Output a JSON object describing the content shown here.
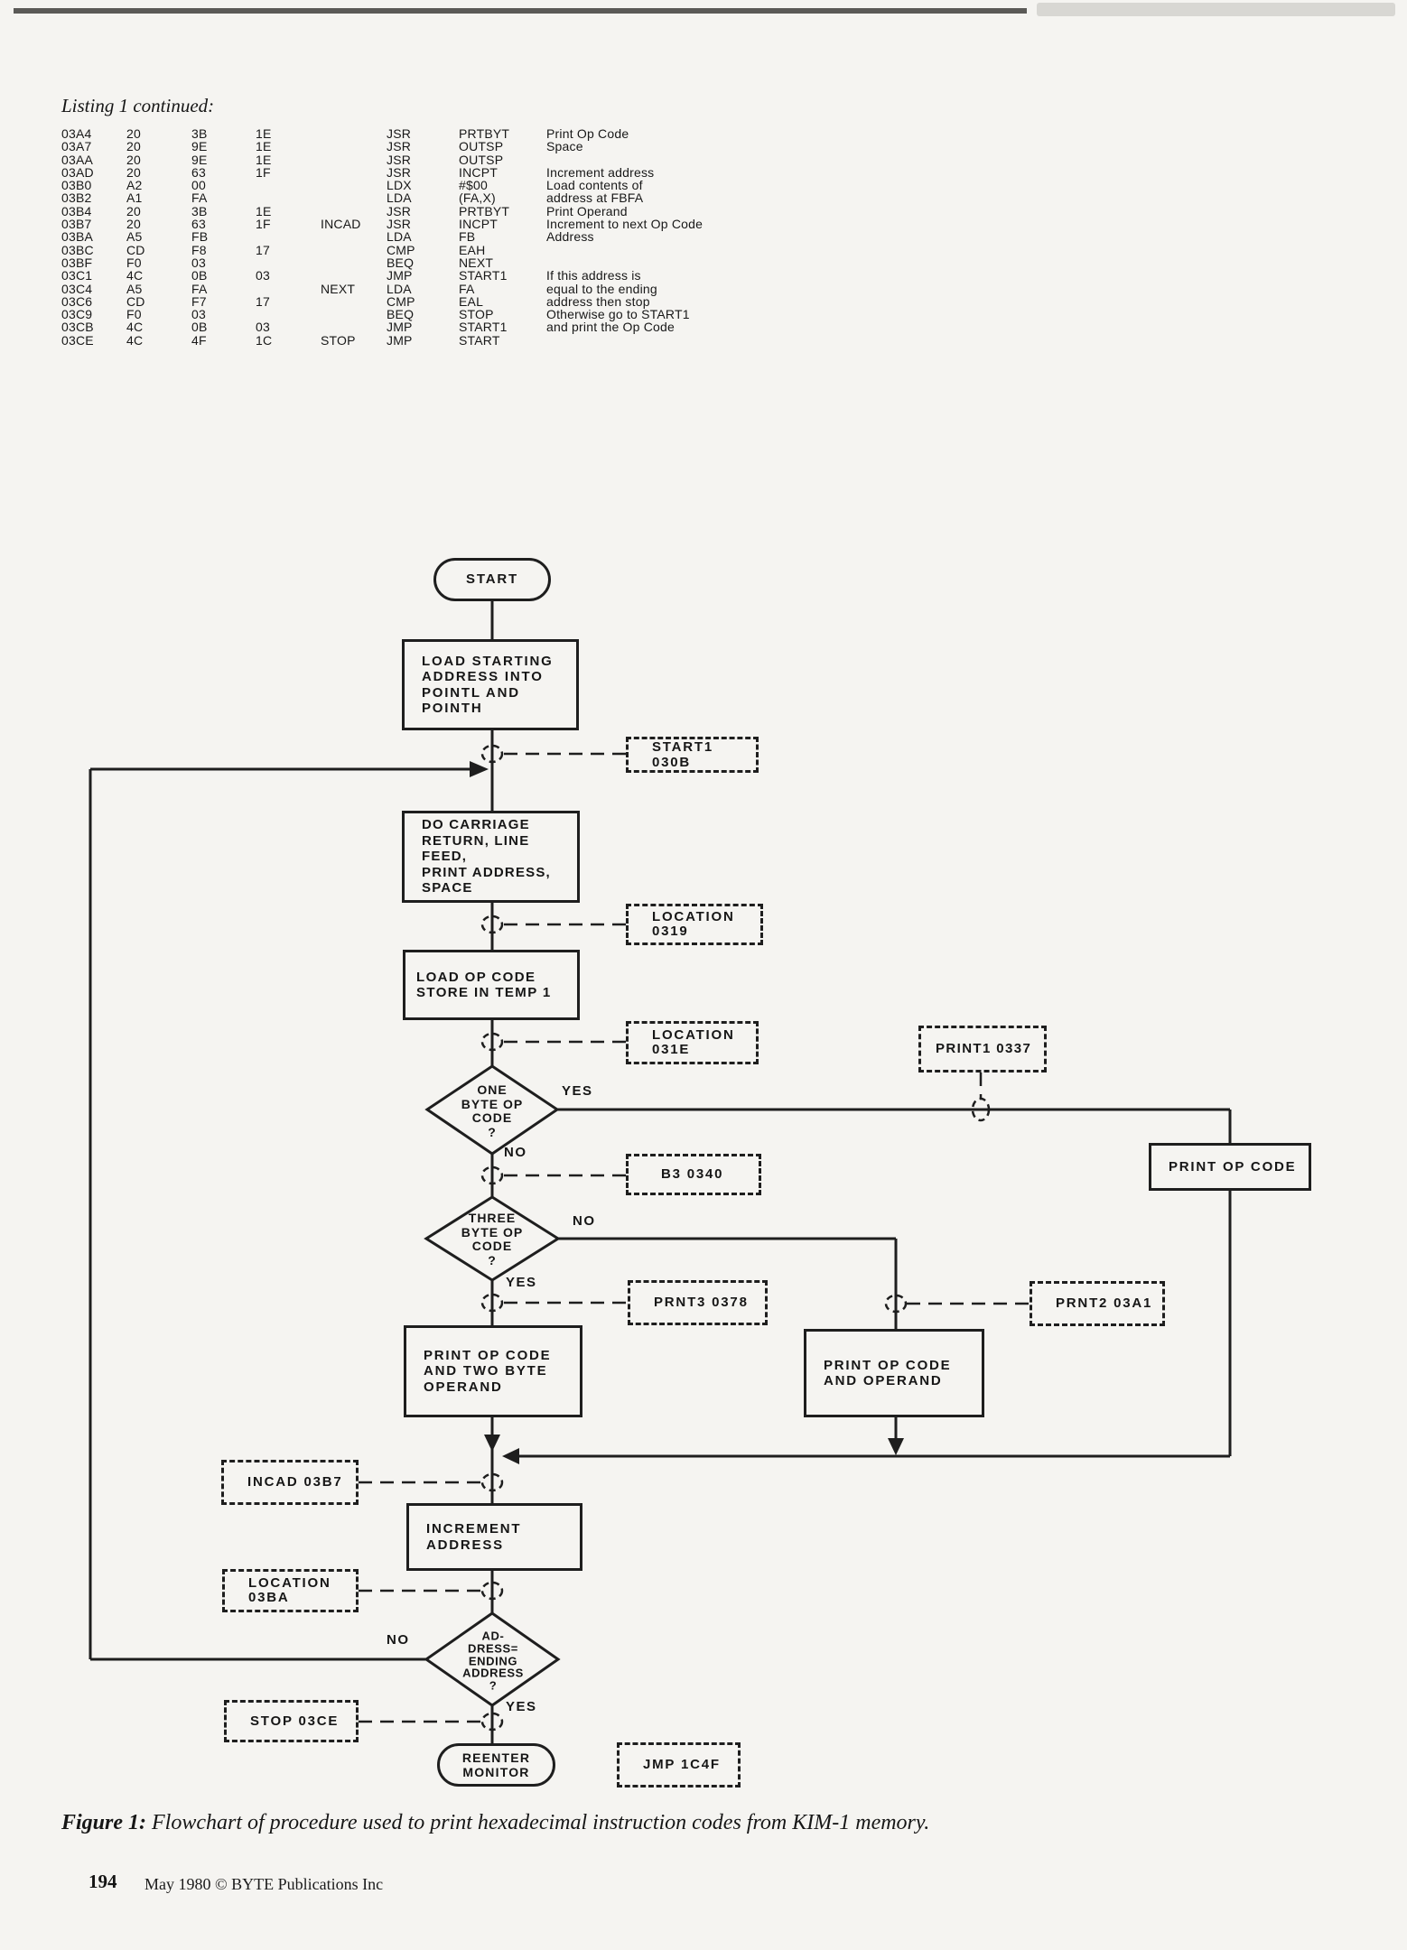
{
  "page": {
    "listing_title": "Listing 1 continued:",
    "caption_prefix": "Figure 1:",
    "caption_text": " Flowchart of procedure used to print hexadecimal instruction codes from KIM-1 memory.",
    "footer_page": "194",
    "footer_text": "May 1980 © BYTE Publications Inc"
  },
  "listing": {
    "rows": [
      {
        "addr": "03A4",
        "b1": "20",
        "b2": "3B",
        "b3": "1E",
        "label": "",
        "op": "JSR",
        "operand": "PRTBYT",
        "comment": "Print Op Code"
      },
      {
        "addr": "03A7",
        "b1": "20",
        "b2": "9E",
        "b3": "1E",
        "label": "",
        "op": "JSR",
        "operand": "OUTSP",
        "comment": "Space"
      },
      {
        "addr": "03AA",
        "b1": "20",
        "b2": "9E",
        "b3": "1E",
        "label": "",
        "op": "JSR",
        "operand": "OUTSP",
        "comment": ""
      },
      {
        "addr": "03AD",
        "b1": "20",
        "b2": "63",
        "b3": "1F",
        "label": "",
        "op": "JSR",
        "operand": "INCPT",
        "comment": "Increment address"
      },
      {
        "addr": "03B0",
        "b1": "A2",
        "b2": "00",
        "b3": "",
        "label": "",
        "op": "LDX",
        "operand": "#$00",
        "comment": "Load contents of"
      },
      {
        "addr": "03B2",
        "b1": "A1",
        "b2": "FA",
        "b3": "",
        "label": "",
        "op": "LDA",
        "operand": "(FA,X)",
        "comment": "address at FBFA"
      },
      {
        "addr": "03B4",
        "b1": "20",
        "b2": "3B",
        "b3": "1E",
        "label": "",
        "op": "JSR",
        "operand": "PRTBYT",
        "comment": "Print Operand"
      },
      {
        "addr": "03B7",
        "b1": "20",
        "b2": "63",
        "b3": "1F",
        "label": "INCAD",
        "op": "JSR",
        "operand": "INCPT",
        "comment": "Increment to next Op Code"
      },
      {
        "addr": "03BA",
        "b1": "A5",
        "b2": "FB",
        "b3": "",
        "label": "",
        "op": "LDA",
        "operand": "FB",
        "comment": "Address"
      },
      {
        "addr": "03BC",
        "b1": "CD",
        "b2": "F8",
        "b3": "17",
        "label": "",
        "op": "CMP",
        "operand": "EAH",
        "comment": ""
      },
      {
        "addr": "03BF",
        "b1": "F0",
        "b2": "03",
        "b3": "",
        "label": "",
        "op": "BEQ",
        "operand": "NEXT",
        "comment": ""
      },
      {
        "addr": "03C1",
        "b1": "4C",
        "b2": "0B",
        "b3": "03",
        "label": "",
        "op": "JMP",
        "operand": "START1",
        "comment": "If this address is"
      },
      {
        "addr": "03C4",
        "b1": "A5",
        "b2": "FA",
        "b3": "",
        "label": "NEXT",
        "op": "LDA",
        "operand": "FA",
        "comment": "equal to the ending"
      },
      {
        "addr": "03C6",
        "b1": "CD",
        "b2": "F7",
        "b3": "17",
        "label": "",
        "op": "CMP",
        "operand": "EAL",
        "comment": "address then stop"
      },
      {
        "addr": "03C9",
        "b1": "F0",
        "b2": "03",
        "b3": "",
        "label": "",
        "op": "BEQ",
        "operand": "STOP",
        "comment": "Otherwise go to START1"
      },
      {
        "addr": "03CB",
        "b1": "4C",
        "b2": "0B",
        "b3": "03",
        "label": "",
        "op": "JMP",
        "operand": "START1",
        "comment": "and print the Op Code"
      },
      {
        "addr": "03CE",
        "b1": "4C",
        "b2": "4F",
        "b3": "1C",
        "label": "STOP",
        "op": "JMP",
        "operand": "START",
        "comment": ""
      }
    ]
  },
  "flowchart": {
    "terminals": {
      "start": "START",
      "reenter": "REENTER\nMONITOR"
    },
    "process": {
      "load_starting": "LOAD STARTING\nADDRESS INTO\nPOINTL AND\nPOINTH",
      "do_carriage": "DO CARRIAGE\nRETURN, LINE FEED,\nPRINT ADDRESS,\nSPACE",
      "load_op_code": "LOAD OP CODE\nSTORE IN TEMP 1",
      "print_two_byte": "PRINT OP CODE\nAND TWO BYTE\nOPERAND",
      "print_and_operand": "PRINT OP CODE\nAND OPERAND",
      "print_op_code": "PRINT OP CODE",
      "increment_address": "INCREMENT\nADDRESS"
    },
    "decisions": {
      "one_byte": "ONE\nBYTE OP\nCODE\n?",
      "three_byte": "THREE\nBYTE OP\nCODE\n?",
      "address_ending": "AD-\nDRESS=\nENDING\nADDRESS\n?"
    },
    "refs": {
      "start1": "START1 030B",
      "location_0319": "LOCATION\n0319",
      "location_031e": "LOCATION\n031E",
      "print1": "PRINT1 0337",
      "b3": "B3 0340",
      "prnt3": "PRNT3 0378",
      "prnt2": "PRNT2 03A1",
      "incad": "INCAD 03B7",
      "location_03ba": "LOCATION\n03BA",
      "stop": "STOP 03CE",
      "jmp": "JMP 1C4F"
    },
    "labels": {
      "yes1": "YES",
      "no1": "NO",
      "no2": "NO",
      "yes2": "YES",
      "no3": "NO",
      "yes3": "YES"
    }
  }
}
